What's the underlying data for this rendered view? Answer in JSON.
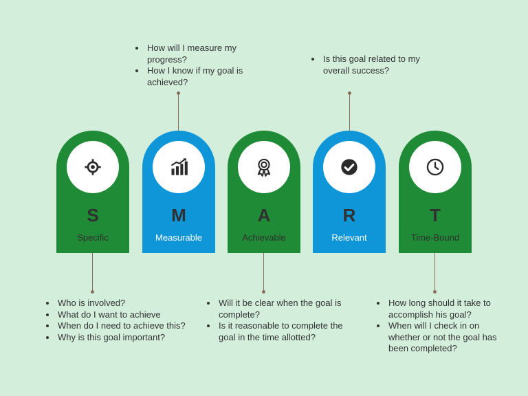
{
  "pillars": [
    {
      "letter": "S",
      "word": "Specific",
      "icon": "crosshair-icon",
      "color": "#1f8b36"
    },
    {
      "letter": "M",
      "word": "Measurable",
      "icon": "bar-chart-icon",
      "color": "#0f96d8"
    },
    {
      "letter": "A",
      "word": "Achievable",
      "icon": "award-ribbon-icon",
      "color": "#1f8b36"
    },
    {
      "letter": "R",
      "word": "Relevant",
      "icon": "check-circle-icon",
      "color": "#0f96d8"
    },
    {
      "letter": "T",
      "word": "Time-Bound",
      "icon": "clock-icon",
      "color": "#1f8b36"
    }
  ],
  "notes": {
    "specific": [
      "Who is involved?",
      "What do I want to achieve",
      "When do I need to achieve this?",
      "Why is this goal important?"
    ],
    "measurable": [
      "How will I measure my progress?",
      "How I know if my goal is achieved?"
    ],
    "achievable": [
      "Will it be clear when the goal is complete?",
      "Is it reasonable to complete the goal in the time allotted?"
    ],
    "relevant": [
      "Is this goal related to my overall success?"
    ],
    "time_bound": [
      "How long should it take to accomplish his goal?",
      "When will I check in on whether or not the goal has been completed?"
    ]
  }
}
